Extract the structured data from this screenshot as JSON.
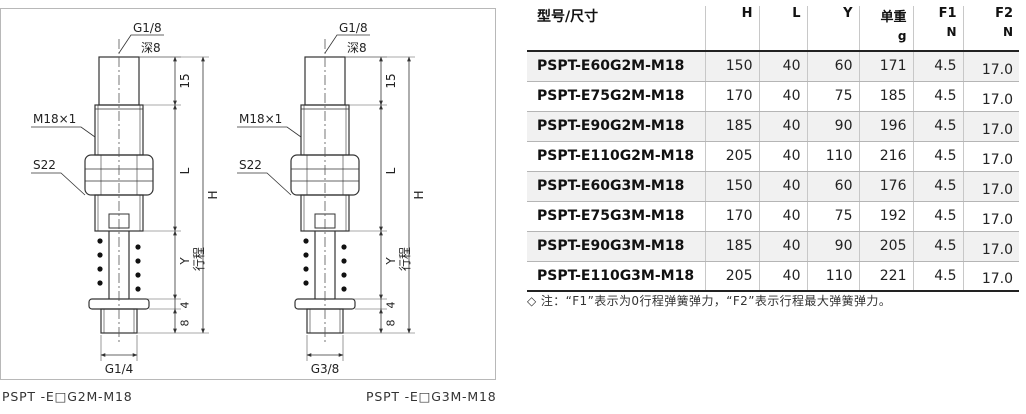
{
  "drawing": {
    "left": {
      "thread_top": "G1/8",
      "depth": "深8",
      "dim_top": "15",
      "dim_l": "L",
      "dim_h": "H",
      "dim_y": "Y",
      "stroke_label": "行程",
      "dim_4": "4",
      "dim_8": "8",
      "thread_bottom": "G1/4",
      "outer_thread": "M18×1",
      "nut": "S22"
    },
    "right": {
      "thread_top": "G1/8",
      "depth": "深8",
      "dim_top": "15",
      "dim_l": "L",
      "dim_h": "H",
      "dim_y": "Y",
      "stroke_label": "行程",
      "dim_4": "4",
      "dim_8": "8",
      "thread_bottom": "G3/8",
      "outer_thread": "M18×1",
      "nut": "S22"
    }
  },
  "captions": {
    "left": "PSPT -E□G2M-M18",
    "right": "PSPT -E□G3M-M18"
  },
  "table": {
    "headers": [
      "型号/尺寸",
      "H",
      "L",
      "Y",
      "单重",
      "F1",
      "F2"
    ],
    "units": [
      "",
      "",
      "",
      "",
      "g",
      "N",
      "N"
    ],
    "rows": [
      [
        "PSPT-E60G2M-M18",
        "150",
        "40",
        "60",
        "171",
        "4.5",
        "17.0"
      ],
      [
        "PSPT-E75G2M-M18",
        "170",
        "40",
        "75",
        "185",
        "4.5",
        "17.0"
      ],
      [
        "PSPT-E90G2M-M18",
        "185",
        "40",
        "90",
        "196",
        "4.5",
        "17.0"
      ],
      [
        "PSPT-E110G2M-M18",
        "205",
        "40",
        "110",
        "216",
        "4.5",
        "17.0"
      ],
      [
        "PSPT-E60G3M-M18",
        "150",
        "40",
        "60",
        "176",
        "4.5",
        "17.0"
      ],
      [
        "PSPT-E75G3M-M18",
        "170",
        "40",
        "75",
        "192",
        "4.5",
        "17.0"
      ],
      [
        "PSPT-E90G3M-M18",
        "185",
        "40",
        "90",
        "205",
        "4.5",
        "17.0"
      ],
      [
        "PSPT-E110G3M-M18",
        "205",
        "40",
        "110",
        "221",
        "4.5",
        "17.0"
      ]
    ]
  },
  "footnote": "◇ 注：“F1”表示为0行程弹簧弹力，“F2”表示行程最大弹簧弹力。"
}
